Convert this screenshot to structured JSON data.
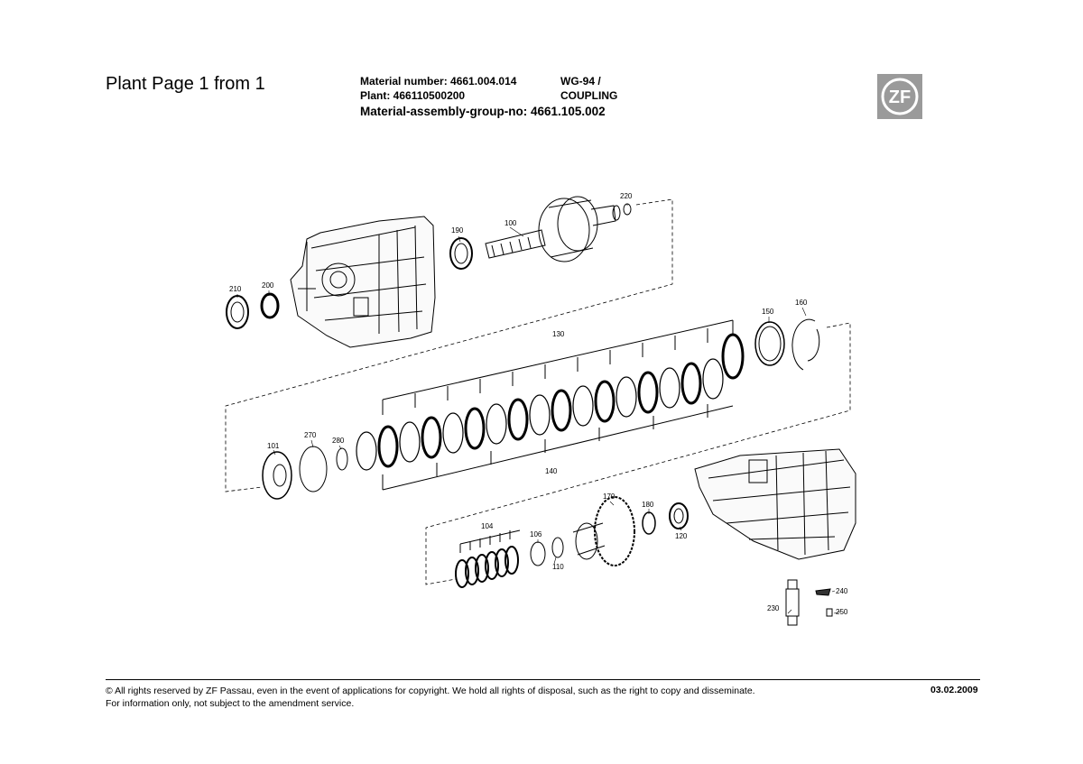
{
  "header": {
    "plant_page": "Plant Page 1 from 1",
    "material_number": "Material number: 4661.004.014",
    "plant": "Plant: 466110500200",
    "model": "WG-94 /",
    "description": "COUPLING",
    "assembly_group": "Material-assembly-group-no: 4661.105.002",
    "logo_text": "ZF"
  },
  "diagram": {
    "part_labels": {
      "p220": "220",
      "p100": "100",
      "p190": "190",
      "p210": "210",
      "p200": "200",
      "p150": "150",
      "p160": "160",
      "p130": "130",
      "p101": "101",
      "p270": "270",
      "p280": "280",
      "p140": "140",
      "p170": "170",
      "p180": "180",
      "p120": "120",
      "p104": "104",
      "p106": "106",
      "p110": "110",
      "p230": "230",
      "p240": "240",
      "p250": "250"
    }
  },
  "footer": {
    "copyright": "© All rights reserved by ZF Passau, even in the event of applications for copyright. We hold all rights of disposal, such as the right to copy and disseminate.",
    "notice": "For information only, not subject to the amendment service.",
    "date": "03.02.2009"
  }
}
